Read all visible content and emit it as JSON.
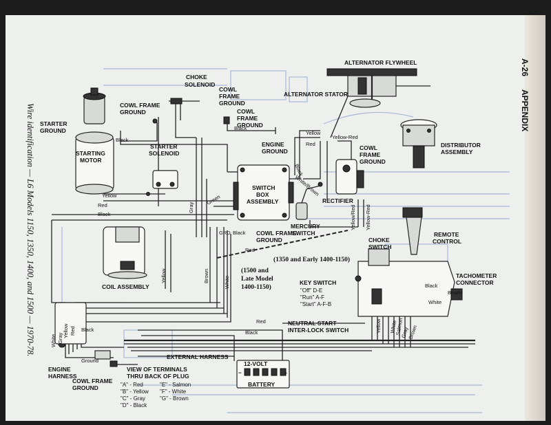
{
  "header": {
    "page_number": "A-26",
    "section": "APPENDIX"
  },
  "caption": "Wire identification — L6 Models 1150, 1350, 1400, and 1500 — 1970-78.",
  "components": {
    "alternator_flywheel": "ALTERNATOR FLYWHEEL",
    "alternator_stator": "ALTERNATOR STATOR",
    "choke_solenoid": "CHOKE SOLENOID",
    "cowl_frame_ground": "COWL FRAME GROUND",
    "starter_ground": "STARTER GROUND",
    "starting_motor": "STARTING MOTOR",
    "starter_solenoid": "STARTER SOLENOID",
    "engine_ground": "ENGINE GROUND",
    "switch_box_assembly": "SWITCH BOX ASSEMBLY",
    "distributor_assembly": "DISTRIBUTOR ASSEMBLY",
    "rectifier": "RECTIFIER",
    "mercury_switch": "MERCURY SWITCH",
    "coil_assembly": "COIL ASSEMBLY",
    "choke_switch": "CHOKE SWITCH",
    "remote_control": "REMOTE CONTROL",
    "tachometer_connector": "TACHOMETER CONNECTOR",
    "key_switch": "KEY SWITCH",
    "neutral_start": "NEUTRAL START INTER-LOCK SWITCH",
    "external_harness": "EXTERNAL HARNESS",
    "engine_harness": "ENGINE HARNESS",
    "battery": "12-VOLT BATTERY",
    "view_terminals": "VIEW OF TERMINALS THRU BACK OF PLUG"
  },
  "key_switch_positions": [
    "\"Off\" D-E",
    "\"Run\" A-F",
    "\"Start\" A-F-B"
  ],
  "plug_terminals": [
    "\"A\" - Red",
    "\"B\" - Yellow",
    "\"C\" - Gray",
    "\"D\" - Black",
    "\"E\" - Salmon",
    "\"F\" - White",
    "\"G\" - Brown"
  ],
  "model_notes": {
    "note_1350": "(1350 and Early 1400-1150)",
    "note_1500": "(1500 and Late Model 1400-1150)"
  },
  "wire_labels": {
    "black": "Black",
    "yellow": "Yellow",
    "red": "Red",
    "gray": "Gray",
    "green": "Green",
    "brown": "Brown",
    "white": "White",
    "salmon": "Salmon",
    "grd": "GRD",
    "ground": "Ground",
    "yellow_red": "Yellow-Red",
    "white_brown": "White/Brown",
    "yellow_slash_red": "Yellow/Red"
  },
  "battery_terminals": [
    "−",
    "+"
  ],
  "colors": {
    "paper": "#eef0ee",
    "ink": "#111111",
    "ghost_ink": "#a9b6d8"
  }
}
